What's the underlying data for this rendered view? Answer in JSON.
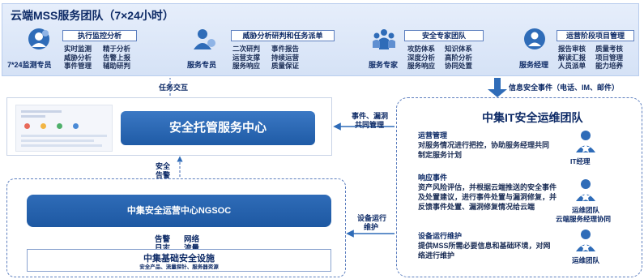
{
  "team": {
    "title": "云端MSS服务团队（7×24小时）",
    "roles": [
      {
        "name": "7*24监测专员",
        "header": "执行监控分析",
        "col1": [
          "实时监测",
          "威胁分析",
          "事件管理"
        ],
        "col2": [
          "精于分析",
          "告警上报",
          "辅助研判"
        ],
        "icon": "monitor-gear-icon"
      },
      {
        "name": "服务专员",
        "header": "威胁分析研判和任务派单",
        "col1": [
          "二次研判",
          "运营支撑",
          "服务响应"
        ],
        "col2": [
          "事件报告",
          "持续运营",
          "质量保证"
        ],
        "icon": "service-person-icon"
      },
      {
        "name": "服务专家",
        "header": "安全专家团队",
        "col1": [
          "攻防体系",
          "深度分析",
          "服务响应"
        ],
        "col2": [
          "知识体系",
          "高阶分析",
          "协同处置"
        ],
        "icon": "expert-group-icon"
      },
      {
        "name": "服务经理",
        "header": "运营阶段项目管理",
        "col1": [
          "报告审核",
          "解读汇报",
          "人员派单"
        ],
        "col2": [
          "质量考核",
          "项目管理",
          "能力培养"
        ],
        "icon": "manager-gear-icon"
      }
    ]
  },
  "flows": {
    "task_interaction": "任务交互",
    "info_security_event": "信息安全事件（电话、IM、邮件）",
    "event_vuln_mgmt_line1": "事件、漏洞",
    "event_vuln_mgmt_line2": "共同管理",
    "security_alert_line1": "安全",
    "security_alert_line2": "告警",
    "device_ops_line1": "设备运行",
    "device_ops_line2": "维护",
    "alert_label": "告警",
    "network_label": "网络",
    "log_label": "日志",
    "traffic_label": "流量"
  },
  "service_center": {
    "label": "安全托管服务中心"
  },
  "ops_team": {
    "title": "中集IT安全运维团队",
    "sections": [
      {
        "title": "运营管理",
        "desc": "对服务情况进行把控，协助服务经理共同制定服务计划"
      },
      {
        "title": "响应事件",
        "desc": "资产风险评估，并根据云端推送的安全事件及处置建议，进行事件处置与漏洞修复，并反馈事件处置、漏洞修复情况给云端"
      },
      {
        "title": "设备运行维护",
        "desc": "提供MSS所需必要信息和基础环境，对网络进行维护"
      }
    ],
    "people": [
      {
        "label": "IT经理",
        "icon": "it-manager-icon"
      },
      {
        "label": "运维团队",
        "sub": "云端服务经理协同",
        "icon": "ops-team-icon"
      },
      {
        "label": "运维团队",
        "icon": "ops-team-icon-2"
      }
    ]
  },
  "soc": {
    "label": "中集安全运营中心NGSOC",
    "infra_title": "中集基础安全设施",
    "infra_sub": "安全产品、流量探针、服务器资源"
  },
  "colors": {
    "primary": "#1f5ba6",
    "panel": "#dbe6f7",
    "border": "#5d7fbf",
    "text": "#0d2a66"
  }
}
